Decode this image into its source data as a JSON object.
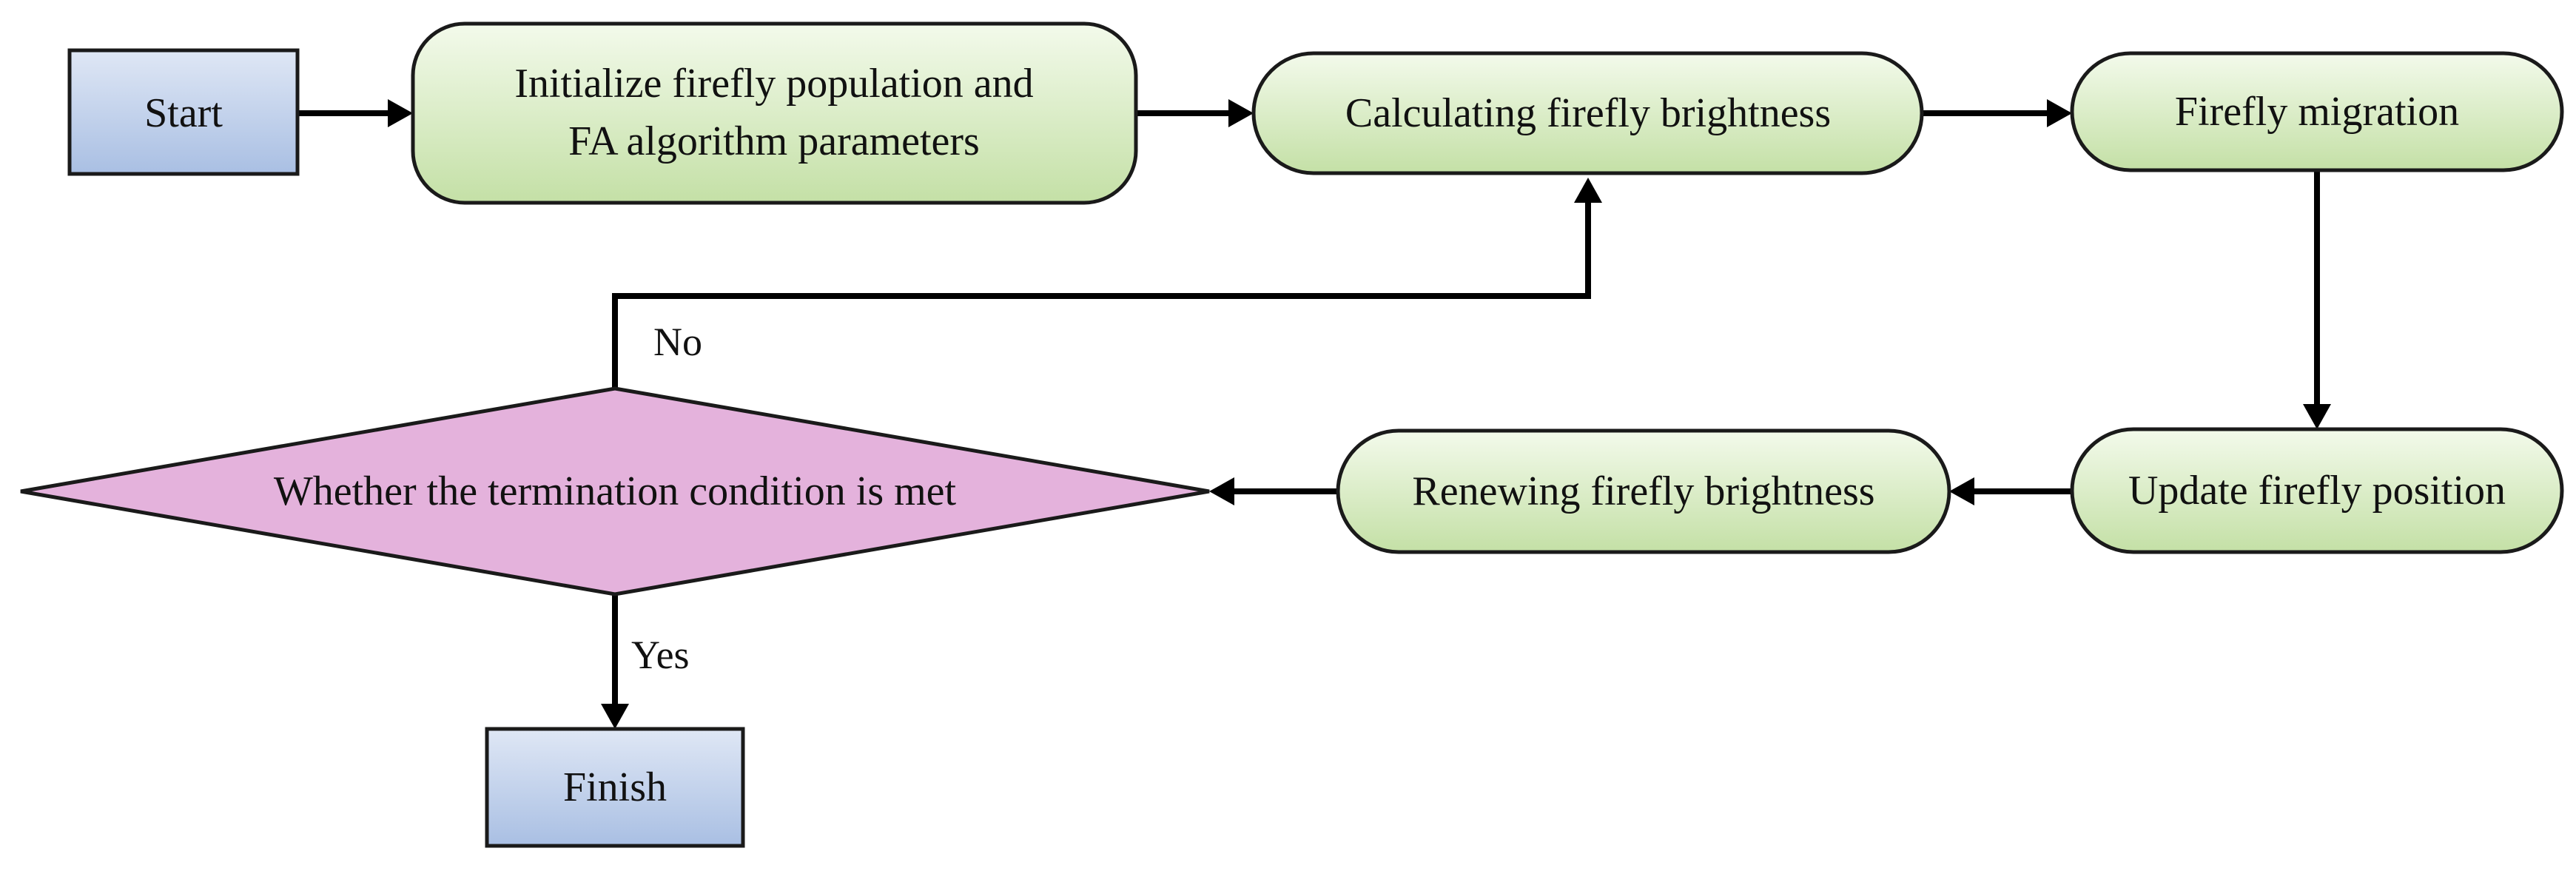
{
  "colors": {
    "terminal_fill_top": "#dfe7f5",
    "terminal_fill_bottom": "#a9bfe3",
    "process_fill_top": "#f3faeb",
    "process_fill_bottom": "#c4e0a6",
    "decision_fill": "#e4b2dc",
    "stroke": "#1a1a1a",
    "arrow": "#000000"
  },
  "nodes": {
    "start": {
      "label": "Start"
    },
    "init": {
      "lines": [
        "Initialize firefly population and",
        "FA algorithm parameters"
      ]
    },
    "calc": {
      "label": "Calculating firefly brightness"
    },
    "migration": {
      "label": "Firefly migration"
    },
    "update": {
      "label": "Update firefly position"
    },
    "renew": {
      "label": "Renewing firefly brightness"
    },
    "decision": {
      "label": "Whether the termination condition is met"
    },
    "finish": {
      "label": "Finish"
    }
  },
  "edges": {
    "no_label": "No",
    "yes_label": "Yes"
  }
}
